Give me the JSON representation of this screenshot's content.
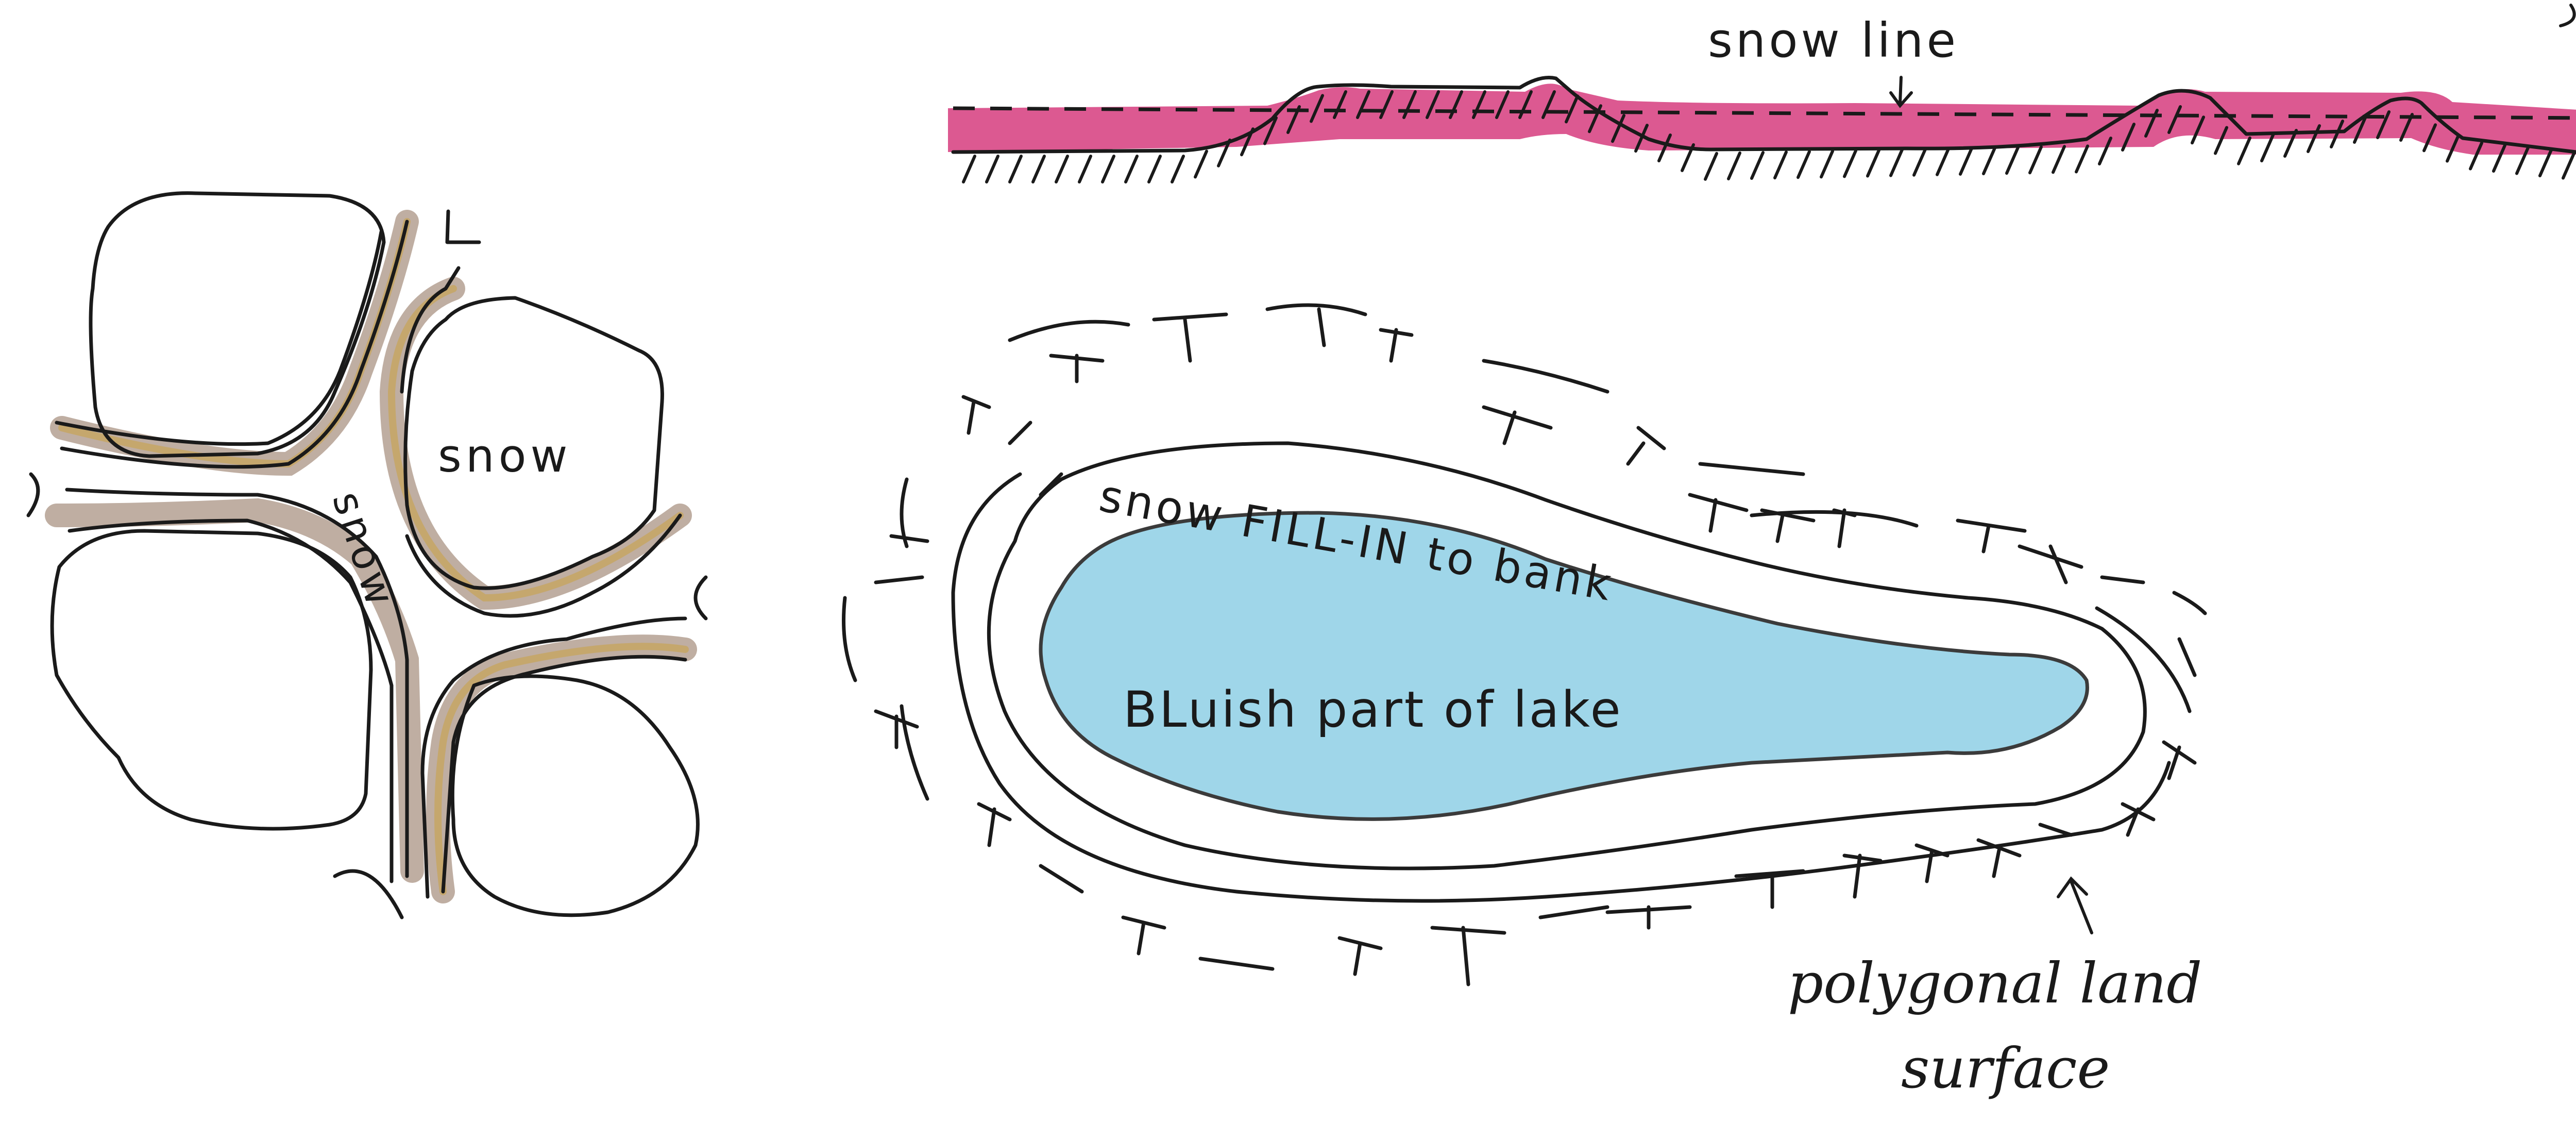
{
  "labels": {
    "snow_line": "snow line",
    "snow_cell": "snow",
    "snow_trough": "snow",
    "snow_fill": "snow FILL-IN to bank",
    "lake": "BLuish part of lake",
    "polygonal_line1": "polygonal land",
    "polygonal_line2": "surface"
  },
  "colors": {
    "paper": "#ffffff",
    "ink": "#1a1a1a",
    "snow_band": "#d63c7e",
    "lake_fill": "#8fd0e6",
    "trough": "#8a6b55",
    "trough_highlight": "#c9a24a"
  }
}
